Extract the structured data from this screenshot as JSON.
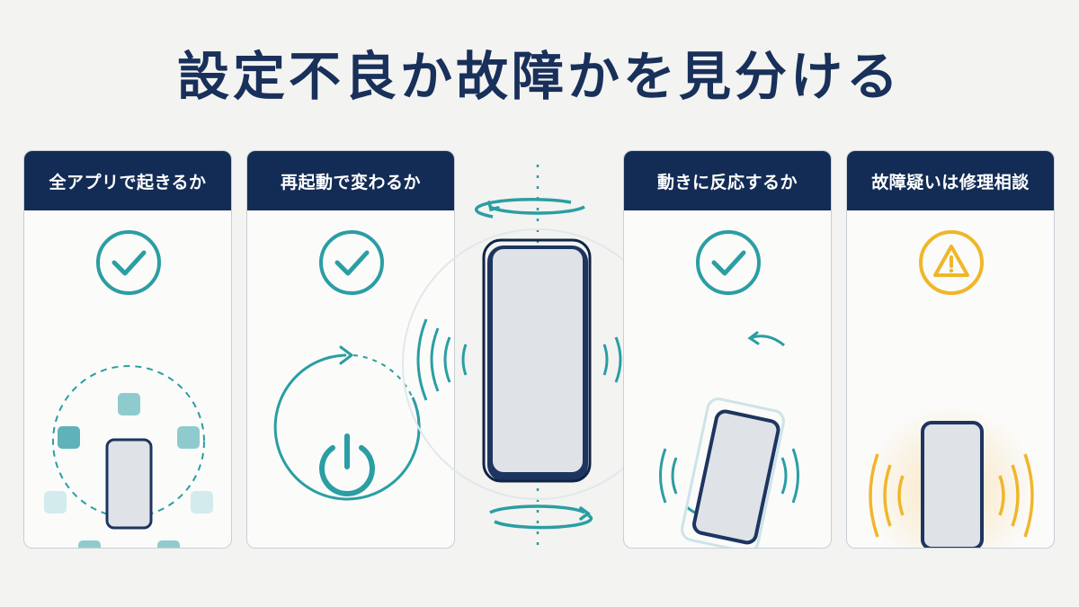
{
  "title": "設定不良か故障かを見分ける",
  "cards": [
    {
      "header": "全アプリで起きるか",
      "status_icon": "check-circle-icon",
      "illustration": "phone-with-apps-ring"
    },
    {
      "header": "再起動で変わるか",
      "status_icon": "check-circle-icon",
      "illustration": "restart-power-icon"
    },
    {
      "header": "動きに反応するか",
      "status_icon": "check-circle-icon",
      "illustration": "tilting-vibrating-phone"
    },
    {
      "header": "故障疑いは修理相談",
      "status_icon": "warning-triangle-icon",
      "illustration": "vibrating-phone-warning"
    }
  ],
  "colors": {
    "navy": "#132c55",
    "teal": "#2a9ea3",
    "warning": "#f0b62a",
    "background": "#f3f3f1"
  }
}
